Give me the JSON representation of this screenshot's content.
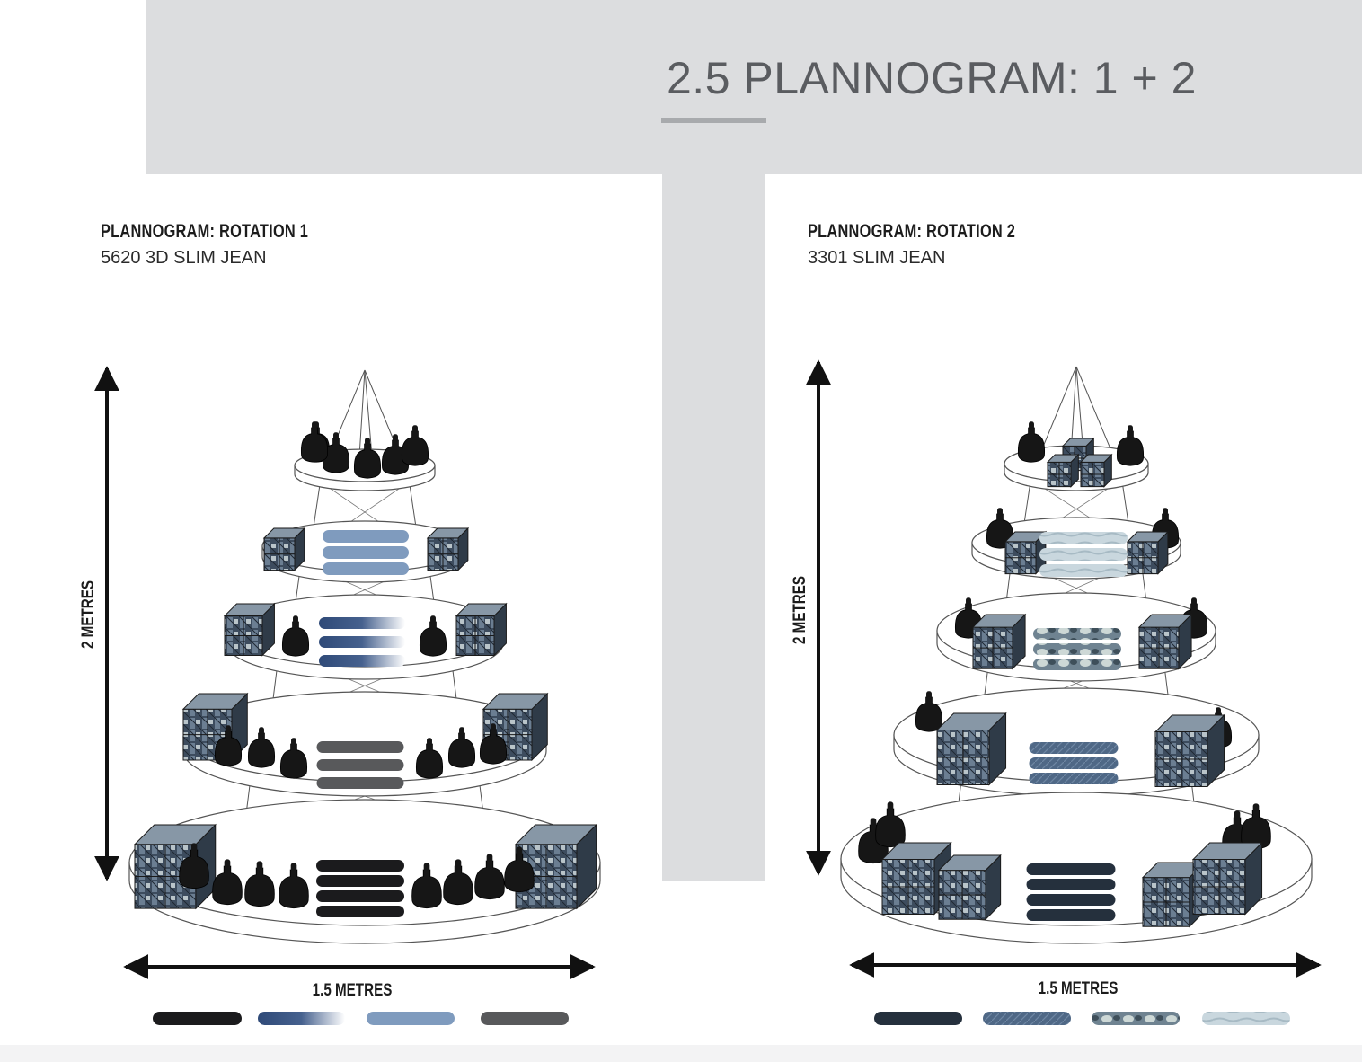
{
  "header": {
    "title": "2.5 PLANNOGRAM: 1 + 2"
  },
  "panels": [
    {
      "heading": "PLANNOGRAM: ROTATION 1",
      "subtitle": "5620 3D SLIM JEAN",
      "height_label": "2 METRES",
      "width_label": "1.5 METRES",
      "swatches": [
        "black",
        "indigo-fade",
        "light-blue",
        "grey"
      ]
    },
    {
      "heading": "PLANNOGRAM: ROTATION 2",
      "subtitle": "3301 SLIM JEAN",
      "height_label": "2 METRES",
      "width_label": "1.5 METRES",
      "swatches": [
        "navy",
        "denim-mid",
        "denim-distressed",
        "denim-bleach"
      ]
    }
  ],
  "colors": {
    "band": "#dcdddf",
    "black": "#1b1b1d",
    "indigo": "#2f4a78",
    "light_blue": "#7f9bbe",
    "grey": "#58595b",
    "navy": "#25303d",
    "denim_mid": "#4f6886",
    "denim_light": "#c9d7de"
  }
}
